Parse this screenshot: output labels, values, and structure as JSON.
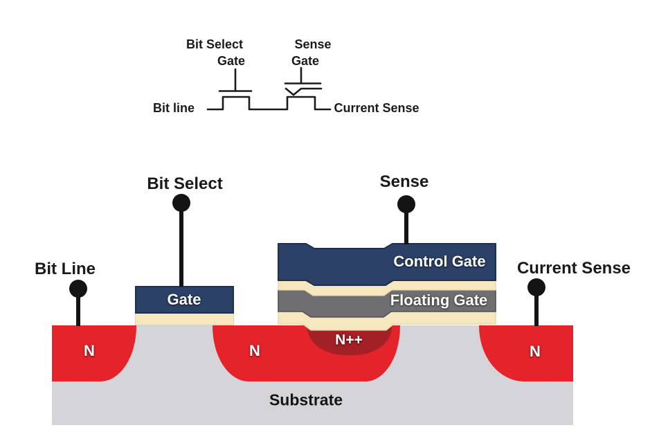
{
  "colors": {
    "bg": "#ffffff",
    "ink": "#1a1a1a",
    "wire-black": "#141414",
    "navy": "#2c4167",
    "navy-line": "#1e2f4f",
    "cream": "#f7e7bf",
    "cream-line": "#e4d2a2",
    "fgray": "#6f6f71",
    "fgray-line": "#505052",
    "substrate": "#d5d5d9",
    "n-red": "#e4232a",
    "npp-red": "#a32026"
  },
  "schematic": {
    "labels": {
      "bit_select": "Bit Select",
      "bit_select_gate": "Gate",
      "sense": "Sense",
      "sense_gate": "Gate",
      "bit_line": "Bit line",
      "current_sense": "Current Sense"
    }
  },
  "cross_section": {
    "terminals": {
      "bit_line": "Bit Line",
      "bit_select": "Bit Select",
      "sense": "Sense",
      "current_sense": "Current Sense"
    },
    "regions": {
      "gate": "Gate",
      "control_gate": "Control Gate",
      "floating_gate": "Floating Gate",
      "n_left": "N",
      "n_middle": "N",
      "n_right": "N",
      "n_plus_plus": "N++",
      "substrate": "Substrate"
    }
  }
}
